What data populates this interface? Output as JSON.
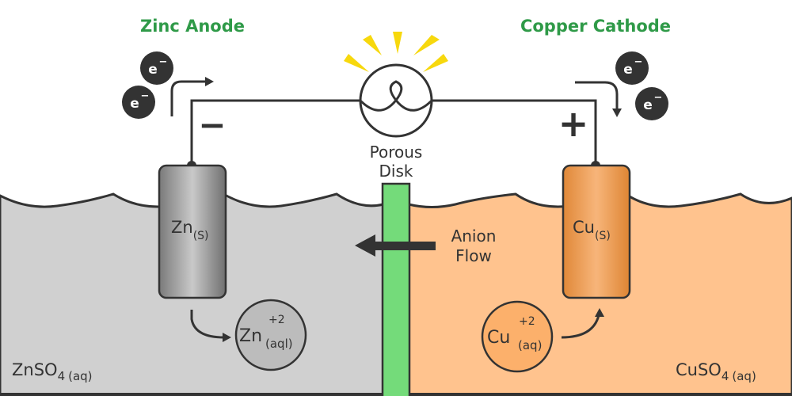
{
  "colors": {
    "title_green": "#2f9a48",
    "zn_solution": "#d0d0d0",
    "cu_solution": "#ffc38e",
    "porous_disk": "#74db7a",
    "outline": "#333333",
    "bulb_rays": "#f7d80d",
    "electron": "#333333",
    "zn_ion": "#bcbcbc",
    "cu_ion": "#fcb06b"
  },
  "titles": {
    "anode": "Zinc Anode",
    "cathode": "Copper Cathode"
  },
  "terminals": {
    "negative": "−",
    "positive": "+"
  },
  "electrons": {
    "symbol": "e",
    "charge": "−"
  },
  "porous_disk": {
    "line1": "Porous",
    "line2": "Disk"
  },
  "anion_flow": {
    "line1": "Anion",
    "line2": "Flow"
  },
  "electrodes": {
    "zinc": {
      "symbol": "Zn",
      "state": "(S)"
    },
    "copper": {
      "symbol": "Cu",
      "state": "(S)"
    }
  },
  "ions": {
    "zinc": {
      "symbol": "Zn",
      "charge": "+2",
      "state": "(aql)"
    },
    "copper": {
      "symbol": "Cu",
      "charge": "+2",
      "state": "(aq)"
    }
  },
  "solutions": {
    "left": {
      "formula": "ZnSO",
      "subscript": "4",
      "state": "(aq)"
    },
    "right": {
      "formula": "CuSO",
      "subscript": "4",
      "state": "(aq)"
    }
  }
}
